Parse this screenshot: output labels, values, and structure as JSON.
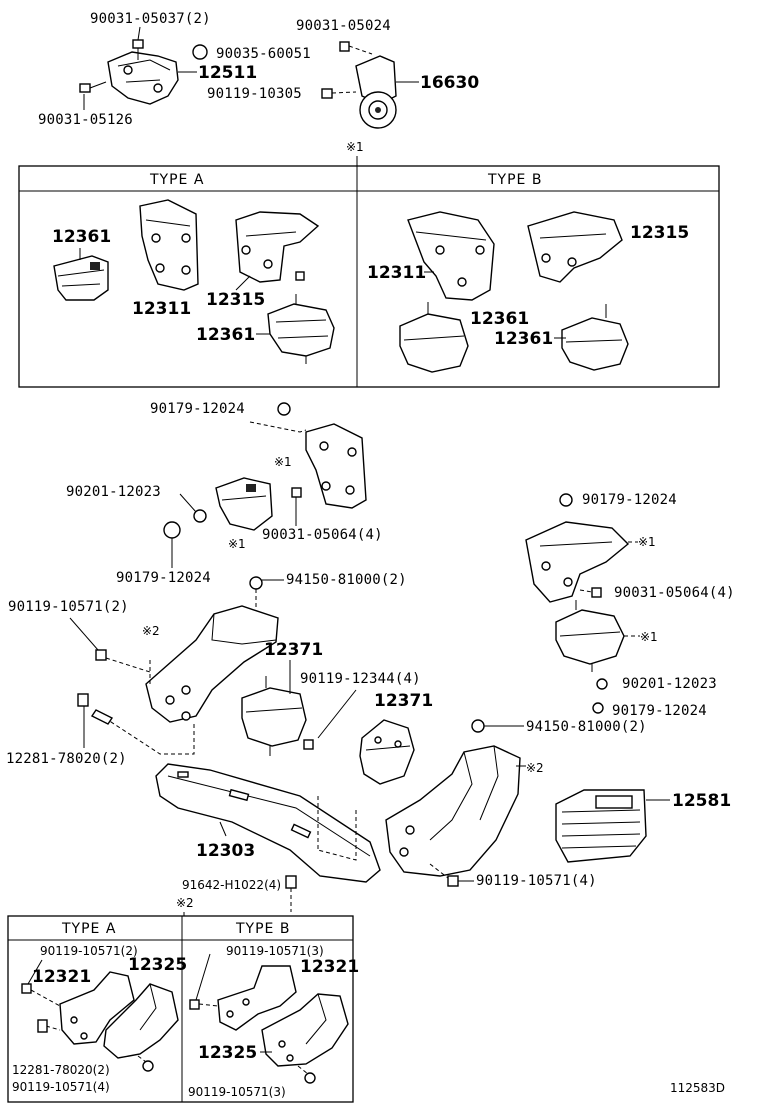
{
  "labels": {
    "p90031_05037": "90031-05037(2)",
    "p90031_05024": "90031-05024",
    "p90035_60051": "90035-60051",
    "p12511": "12511",
    "p16630": "16630",
    "p90119_10305": "90119-10305",
    "p90031_05126": "90031-05126",
    "ref1_top": "※1",
    "p90179_12024_a": "90179-12024",
    "ref1_b": "※1",
    "p90201_12023_a": "90201-12023",
    "ref1_c": "※1",
    "p90031_05064_a": "90031-05064(4)",
    "p90179_12024_b": "90179-12024",
    "p94150_81000_a": "94150-81000(2)",
    "p90119_10571_a": "90119-10571(2)",
    "ref2_a": "※2",
    "p12371_a": "12371",
    "p90119_12344": "90119-12344(4)",
    "p12371_b": "12371",
    "p12281_78020_a": "12281-78020(2)",
    "p12303": "12303",
    "p91642_h1022": "91642-H1022(4)",
    "ref2_b": "※2",
    "p90179_12024_c": "90179-12024",
    "ref1_d": "※1",
    "p90031_05064_b": "90031-05064(4)",
    "ref1_e": "※1",
    "p90201_12023_b": "90201-12023",
    "p90179_12024_d": "90179-12024",
    "p94150_81000_b": "94150-81000(2)",
    "ref2_c": "※2",
    "p12581": "12581",
    "p90119_10571_b": "90119-10571(4)",
    "diagram_code": "112583D"
  },
  "box_top": {
    "type_a": "TYPE  A",
    "type_b": "TYPE  B",
    "a_12361": "12361",
    "a_12311": "12311",
    "a_12315": "12315",
    "a_12361b": "12361",
    "b_12311": "12311",
    "b_12315": "12315",
    "b_12361": "12361",
    "b_12361b": "12361"
  },
  "box_bottom": {
    "type_a": "TYPE  A",
    "type_b": "TYPE  B",
    "a_90119_10571": "90119-10571(2)",
    "a_12321": "12321",
    "a_12325": "12325",
    "a_12281_78020": "12281-78020(2)",
    "a_90119_10571_4": "90119-10571(4)",
    "b_90119_10571": "90119-10571(3)",
    "b_12321": "12321",
    "b_12325": "12325",
    "b_90119_10571_3": "90119-10571(3)"
  }
}
